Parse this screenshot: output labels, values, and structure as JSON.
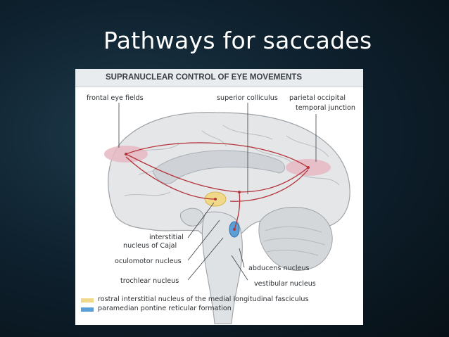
{
  "slide": {
    "title": "Pathways for saccades"
  },
  "figure": {
    "header": "SUPRANUCLEAR CONTROL OF EYE MOVEMENTS",
    "labels": {
      "frontal_eye_fields": "frontal eye fields",
      "superior_colliculus": "superior colliculus",
      "parietal_occipital_line1": "parietal occipital",
      "parietal_occipital_line2": "temporal junction",
      "interstitial_line1": "interstitial",
      "interstitial_line2": "nucleus of Cajal",
      "oculomotor": "oculomotor nucleus",
      "trochlear": "trochlear nucleus",
      "abducens": "abducens nucleus",
      "vestibular": "vestibular nucleus"
    },
    "legend": [
      {
        "label": "rostral interstitial nucleus of the medial longitudinal fasciculus",
        "color": "#f1d98a"
      },
      {
        "label": "paramedian pontine reticular formation",
        "color": "#5b9fd6"
      }
    ]
  },
  "colors": {
    "pathway": "#b5333a",
    "cortex_highlight": "#e6b7c2",
    "brain_fill": "#e4e6e8",
    "brain_stroke": "#9ea3a8"
  }
}
